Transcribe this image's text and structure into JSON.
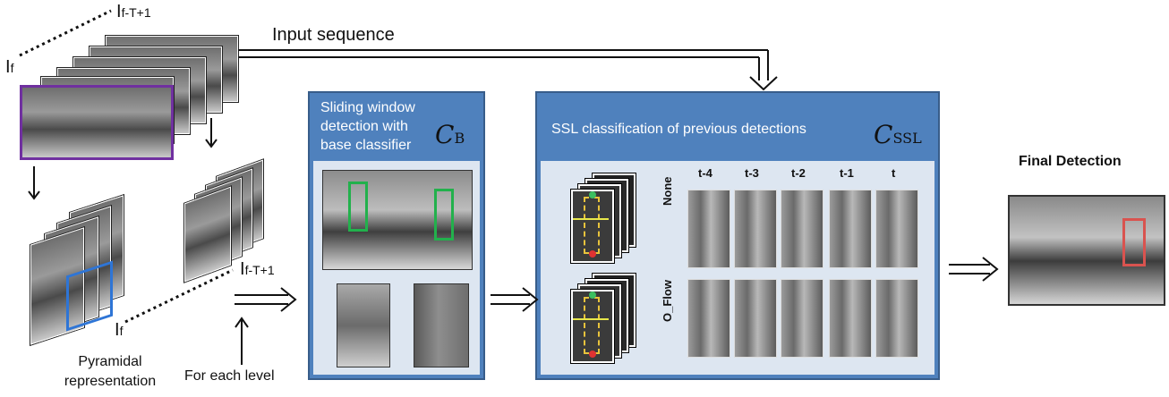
{
  "labels": {
    "input_sequence": "Input sequence",
    "frame_first_main": "I",
    "frame_first_sub": "f-T+1",
    "frame_current_main": "I",
    "frame_current_sub": "f",
    "pyr_first_main": "I",
    "pyr_first_sub": "f-T+1",
    "pyr_current_main": "I",
    "pyr_current_sub": "f",
    "pyramidal_line1": "Pyramidal",
    "pyramidal_line2": "representation",
    "for_each_level": "For each level",
    "final_detection": "Final Detection"
  },
  "panel_base": {
    "title_line1": "Sliding window",
    "title_line2": "detection with",
    "title_line3": "base classifier",
    "symbol_main": "C",
    "symbol_sub": "B"
  },
  "panel_ssl": {
    "title": "SSL classification of previous detections",
    "symbol_main": "C",
    "symbol_sub": "SSL",
    "time_labels": [
      "t-4",
      "t-3",
      "t-2",
      "t-1",
      "t"
    ],
    "row_labels": [
      "None",
      "O_Flow"
    ]
  },
  "colors": {
    "panel_fill": "#4f81bd",
    "panel_inner": "#dde6f1",
    "current_frame_border": "#7030a0",
    "pyramid_highlight": "#2e75d6",
    "detection_box": "#22b14c",
    "final_box": "#d9534f"
  }
}
